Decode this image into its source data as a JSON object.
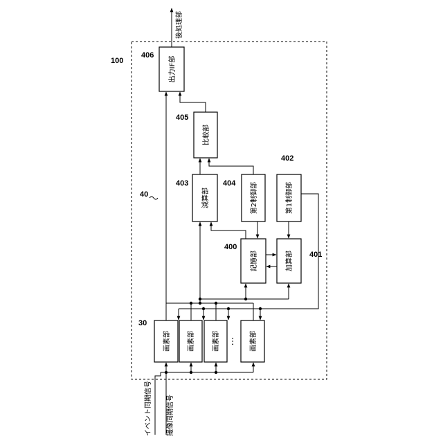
{
  "labels": {
    "output_if": "出力IF部",
    "post_processing": "後処理部",
    "comparison": "比較部",
    "subtraction": "減算部",
    "second_control": "第2制御部",
    "first_control": "第1制御部",
    "storage": "記憶部",
    "addition": "加算部",
    "pixel": "画素部",
    "ellipsis": "…",
    "event_sync_signal": "イベント同期信号",
    "imaging_sync_signal": "撮像同期信号"
  },
  "refs": {
    "r100": "100",
    "r406": "406",
    "r405": "405",
    "r40": "40",
    "r403": "403",
    "r404": "404",
    "r402": "402",
    "r400": "400",
    "r401": "401",
    "r30": "30"
  }
}
